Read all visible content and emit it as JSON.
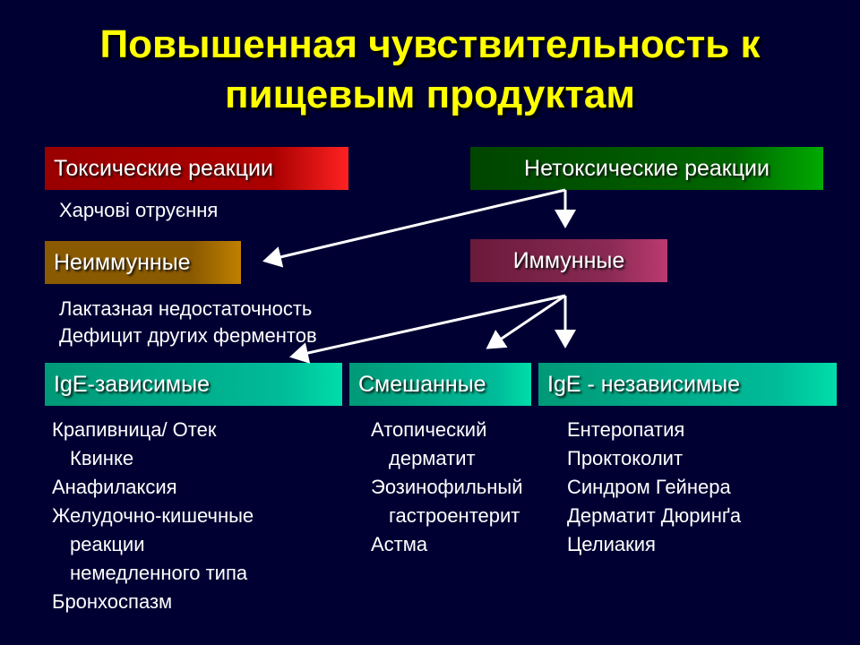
{
  "title": {
    "line1": "Повышенная чувствительность к",
    "line2": "пищевым продуктам"
  },
  "boxes": {
    "toxic": "Токсические реакции",
    "nontoxic": "Нетоксические реакции",
    "nonimmune": "Неиммунные",
    "immune": "Иммунные",
    "ige_dependent": "IgE-зависимые",
    "mixed": "Смешанные",
    "ige_independent": "IgE - независимые"
  },
  "notes": {
    "food_poisoning": "Харчові отруєння",
    "lactase": "Лактазная недостаточность",
    "enzymes": "Дефицит других ферментов"
  },
  "lists": {
    "ige_dependent": [
      "Крапивница/ Отек",
      "Квинке",
      "Анафилаксия",
      "Желудочно-кишечные",
      "реакции",
      "немедленного типа",
      "Бронхоспазм"
    ],
    "mixed": [
      "Атопический",
      "дерматит",
      "Эозинофильный",
      "гастроентерит",
      "Астма"
    ],
    "ige_independent": [
      "Ентеропатия",
      "Проктоколит",
      "Синдром Гейнера",
      "Дерматит Дюринґа",
      "Целиакия"
    ]
  },
  "colors": {
    "background": "#000033",
    "title": "#ffff00",
    "toxic": "#aa0000",
    "nontoxic": "#006600",
    "nonimmune": "#8a5a00",
    "immune": "#8a2a55",
    "category": "#00bb99",
    "arrow": "#ffffff"
  }
}
